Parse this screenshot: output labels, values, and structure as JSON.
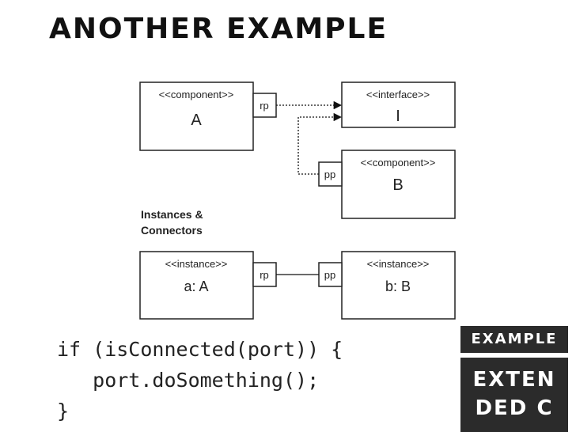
{
  "title": "ANOTHER EXAMPLE",
  "diagram": {
    "component_a": {
      "stereotype": "<<component>>",
      "name": "A",
      "port": "rp"
    },
    "interface_i": {
      "stereotype": "<<interface>>",
      "name": "I"
    },
    "component_b": {
      "stereotype": "<<component>>",
      "name": "B",
      "port": "pp"
    },
    "section_label_line1": "Instances &",
    "section_label_line2": "Connectors",
    "instance_a": {
      "stereotype": "<<instance>>",
      "name": "a: A",
      "port": "rp"
    },
    "instance_b": {
      "stereotype": "<<instance>>",
      "name": "b: B",
      "port": "pp"
    }
  },
  "code": {
    "line1": "if (isConnected(port)) {",
    "line2": "   port.doSomething();",
    "line3": "}"
  },
  "tags": {
    "top": "EXAMPLE",
    "bottom_line1": "EXTEN",
    "bottom_line2": "DED C"
  }
}
